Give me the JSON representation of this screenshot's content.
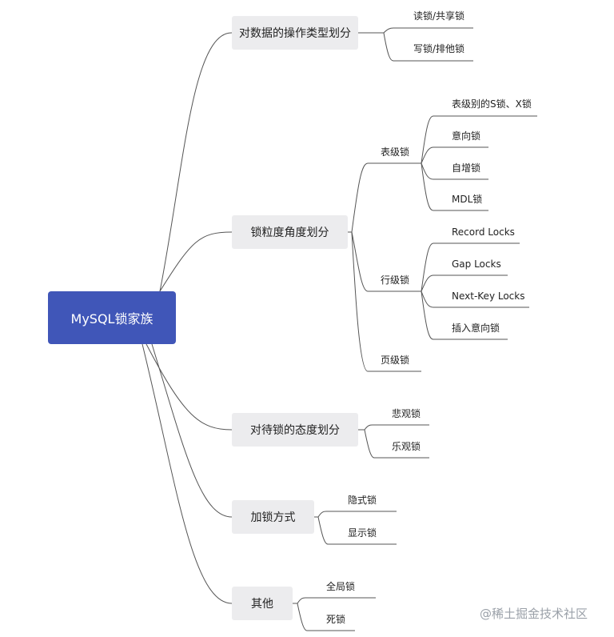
{
  "root": "MySQL锁家族",
  "branches": {
    "op": {
      "label": "对数据的操作类型划分",
      "children": [
        "读锁/共享锁",
        "写锁/排他锁"
      ]
    },
    "gran": {
      "label": "锁粒度角度划分",
      "table": {
        "label": "表级锁",
        "children": [
          "表级别的S锁、X锁",
          "意向锁",
          "自增锁",
          "MDL锁"
        ]
      },
      "row": {
        "label": "行级锁",
        "children": [
          "Record Locks",
          "Gap Locks",
          "Next-Key Locks",
          "插入意向锁"
        ]
      },
      "page": {
        "label": "页级锁"
      }
    },
    "attitude": {
      "label": "对待锁的态度划分",
      "children": [
        "悲观锁",
        "乐观锁"
      ]
    },
    "method": {
      "label": "加锁方式",
      "children": [
        "隐式锁",
        "显示锁"
      ]
    },
    "other": {
      "label": "其他",
      "children": [
        "全局锁",
        "死锁"
      ]
    }
  },
  "watermark": "@稀土掘金技术社区",
  "colors": {
    "root_bg": "#4056b8",
    "node_bg": "#ececee",
    "line": "#555555"
  }
}
